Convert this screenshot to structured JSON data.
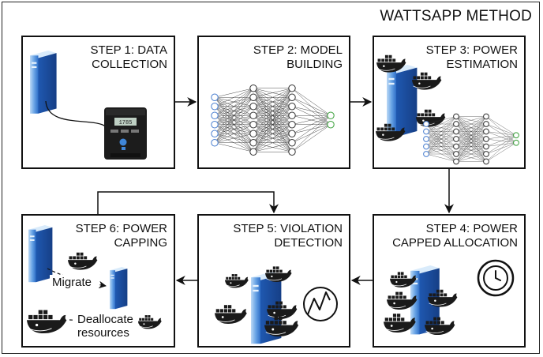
{
  "title": "WATTSAPP METHOD",
  "steps": [
    {
      "label": "STEP 1: DATA\nCOLLECTION"
    },
    {
      "label": "STEP 2: MODEL\nBUILDING"
    },
    {
      "label": "STEP 3: POWER\nESTIMATION"
    },
    {
      "label": "STEP 4: POWER\nCAPPED ALLOCATION"
    },
    {
      "label": "STEP 5: VIOLATION\nDETECTION"
    },
    {
      "label": "STEP 6: POWER\nCAPPING"
    }
  ],
  "annotations": {
    "migrate": "Migrate",
    "deallocate_line1": "Deallocate",
    "deallocate_line2": "resources"
  },
  "device_screen_text": "1785",
  "colors": {
    "server_blue": "#3d7fd6",
    "server_light": "#9cc7f0",
    "whale": "#1a1a1a",
    "nn_input": "#4a7fd0",
    "nn_output": "#3aa03a"
  }
}
